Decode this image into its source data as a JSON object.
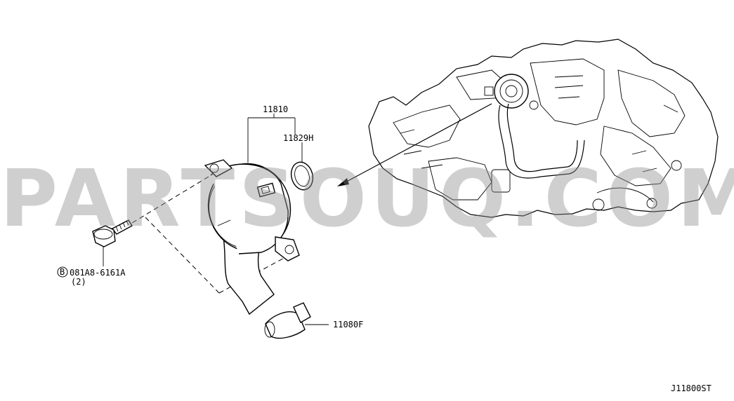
{
  "watermark": "PARTSOUQ.COM",
  "diagram_code": "J11800ST",
  "parts": [
    {
      "number": "11810"
    },
    {
      "number": "11829H"
    },
    {
      "number": "11080F"
    },
    {
      "circle_symbol": "B",
      "number": "081A8-6161A",
      "quantity": "(2)"
    }
  ]
}
